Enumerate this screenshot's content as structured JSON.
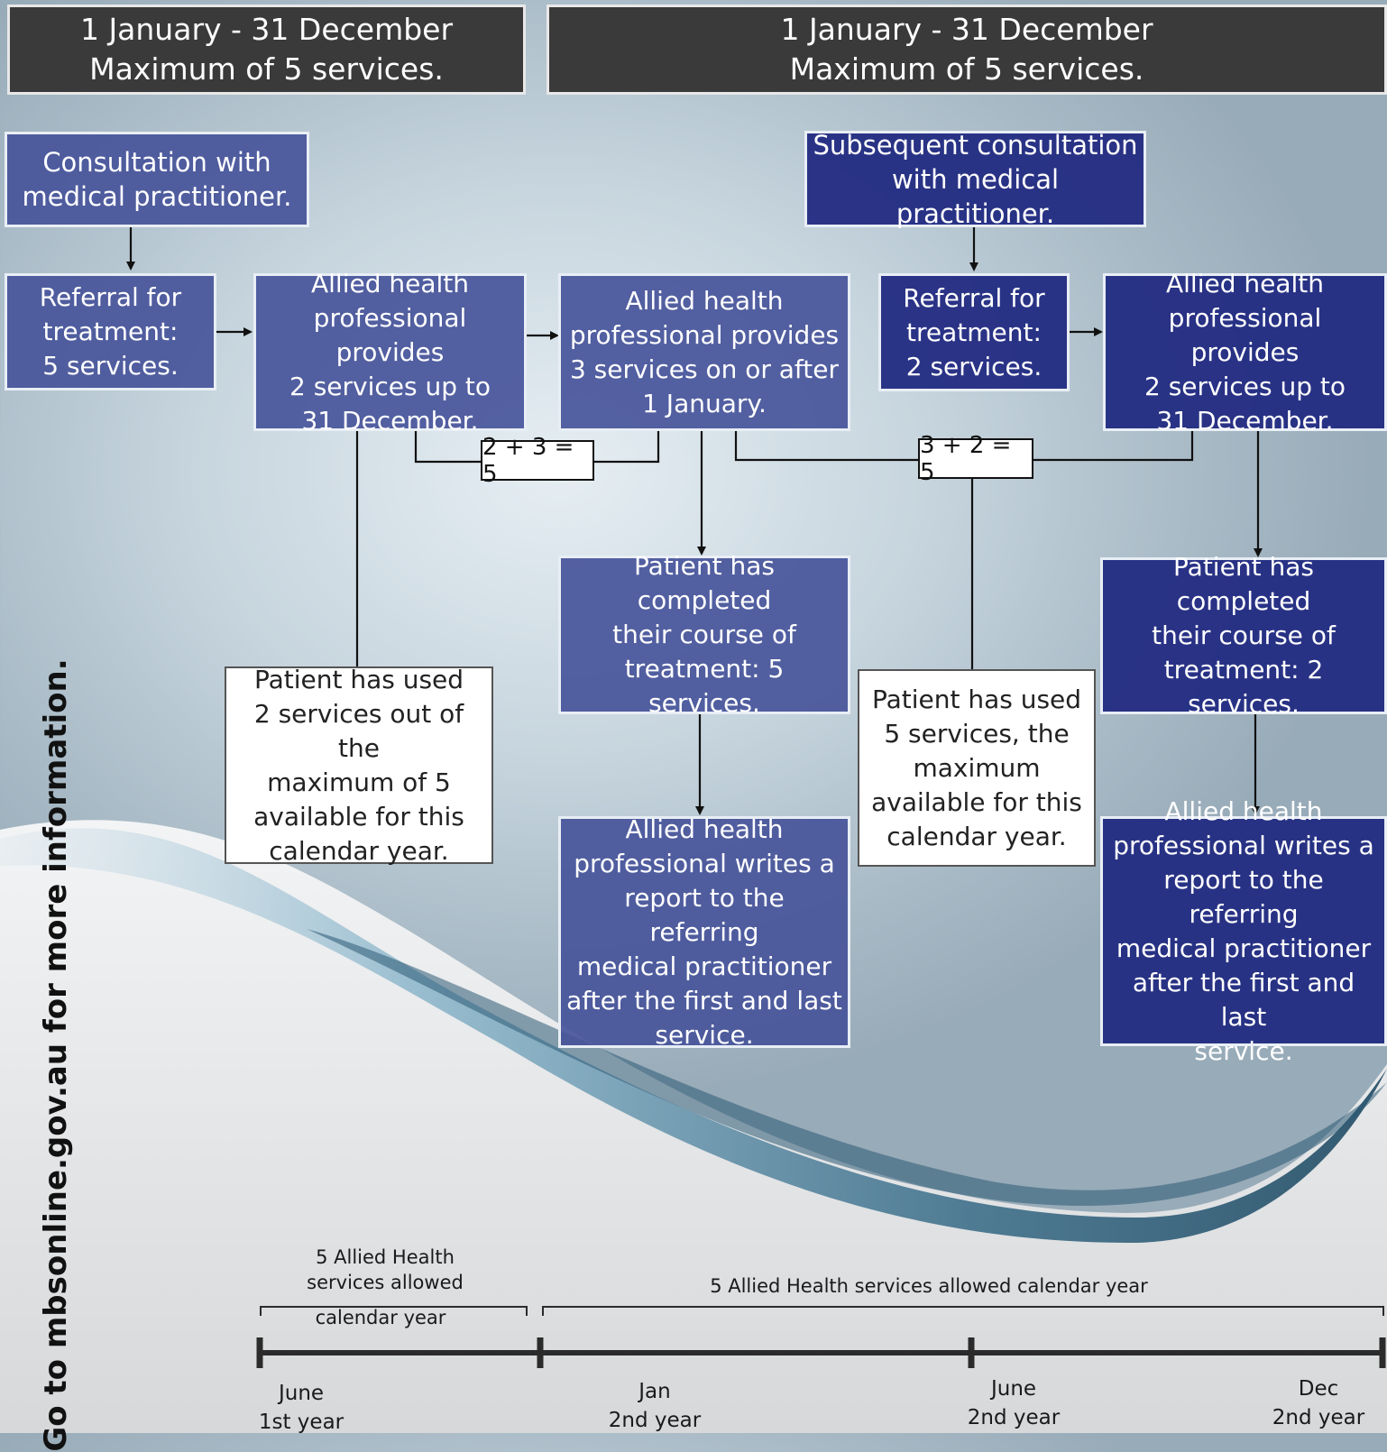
{
  "headers": {
    "left": "1 January - 31 December\nMaximum of 5 services.",
    "right": "1 January - 31 December\nMaximum of 5 services."
  },
  "boxes": {
    "consultation": "Consultation with\nmedical practitioner.",
    "subsequent_consultation": "Subsequent consultation\nwith medical practitioner.",
    "referral_5": "Referral for\ntreatment:\n5 services.",
    "ahp_2_up_to_dec": "Allied health\nprofessional provides\n2 services up to\n31 December.",
    "ahp_3_after_jan": "Allied health\nprofessional provides\n3 services on or after\n1 January.",
    "referral_2": "Referral for\ntreatment:\n2 services.",
    "ahp_2_up_to_dec_2nd": "Allied health\nprofessional provides\n2 services up to\n31 December.",
    "completed_5": "Patient has completed\ntheir course of\ntreatment: 5 services.",
    "completed_2": "Patient has completed\ntheir course of\ntreatment: 2 services.",
    "used_2": "Patient has used\n2 services out of the\nmaximum of 5\navailable for this\ncalendar year.",
    "used_5": "Patient has used\n5 services, the\nmaximum\navailable for this\ncalendar year.",
    "report_1": "Allied health\nprofessional writes a\nreport to the referring\nmedical practitioner\nafter the first and last\nservice.",
    "report_2": "Allied health\nprofessional writes a\nreport to the referring\nmedical practitioner\nafter the first and last\nservice."
  },
  "sums": {
    "first": "2 + 3 = 5",
    "second": "3 + 2 = 5"
  },
  "timeline": {
    "left_label_top": "5 Allied Health\nservices allowed",
    "left_label_bottom": "calendar year",
    "right_label": "5 Allied Health services allowed calendar year",
    "ticks": [
      {
        "label": "June\n1st year"
      },
      {
        "label": "Jan\n2nd year"
      },
      {
        "label": "June\n2nd year"
      },
      {
        "label": "Dec\n2nd year"
      }
    ]
  },
  "side_text": "Go to mbsonline.gov.au for more information.",
  "colors": {
    "box_medium": "#46549a",
    "box_dark": "#232d82",
    "header_bg": "#3a3a3a",
    "wave_dark": "#2c5a74"
  }
}
